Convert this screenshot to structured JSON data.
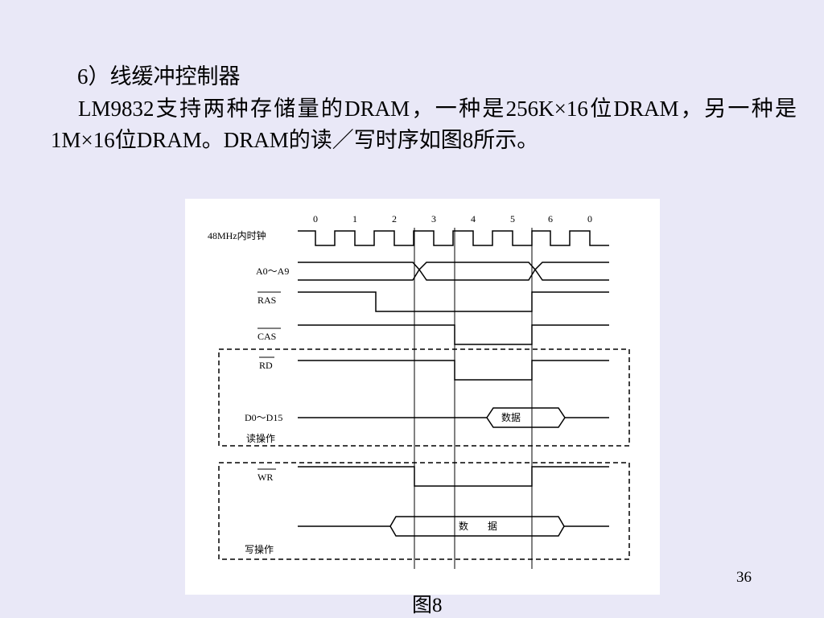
{
  "slide": {
    "heading": "6）线缓冲控制器",
    "paragraph": "LM9832支持两种存储量的DRAM，一种是256K×16位DRAM，另一种是1M×16位DRAM。DRAM的读／写时序如图8所示。",
    "page_number": "36",
    "caption": "图8"
  },
  "diagram": {
    "clock_numbers": [
      "0",
      "1",
      "2",
      "3",
      "4",
      "5",
      "6",
      "0"
    ],
    "signals": {
      "clock": "48MHz内时钟",
      "address": "A0～A9",
      "ras": "RAS",
      "cas": "CAS",
      "rd": "RD",
      "data": "D0～D15",
      "wr": "WR"
    },
    "read_group_label": "读操作",
    "write_group_label": "写操作",
    "read_data_label": "数据",
    "write_data_label": "数　　据"
  }
}
